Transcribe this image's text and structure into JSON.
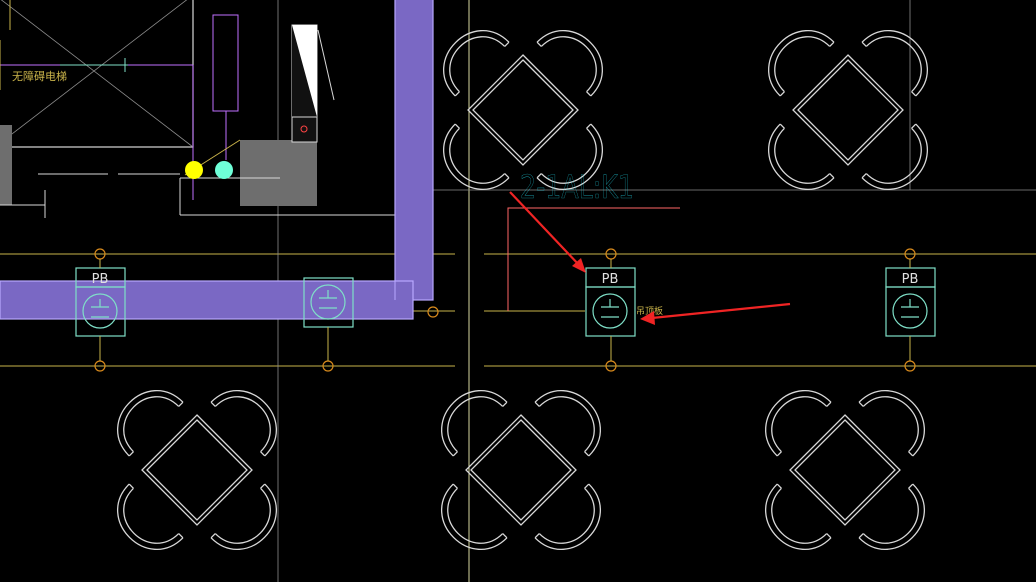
{
  "colors": {
    "background": "#000000",
    "line_white": "#d8d8d8",
    "line_gray": "#8c8c8c",
    "axis_yellow": "#c9b34a",
    "grid_orange": "#d88a1c",
    "wall_purple": "#7a68c4",
    "wall_outline": "#b8a8ff",
    "panel_cyan": "#7fe0c8",
    "cyan_label": "#1fc6d6",
    "arrow_red": "#f02424",
    "dot_yellow": "#ffff00",
    "dot_cyan": "#6fffd8",
    "magenta": "#c070ff",
    "red_line": "#ff6666"
  },
  "labels": {
    "elevator_text": "无障碍电梯",
    "circuit_label": "2-1AL:K1",
    "panel_side_label": "吊顶板"
  },
  "panels": [
    {
      "name": "panel-box-left",
      "tag": "PB"
    },
    {
      "name": "panel-box-middle",
      "tag": "PB"
    },
    {
      "name": "panel-box-right",
      "tag": "PB"
    }
  ],
  "icons": {
    "socket": "socket-symbol-icon",
    "chair": "chair-table-set-icon",
    "arrow": "red-annotation-arrow-icon",
    "grid_bubble": "grid-axis-bubble-icon"
  }
}
